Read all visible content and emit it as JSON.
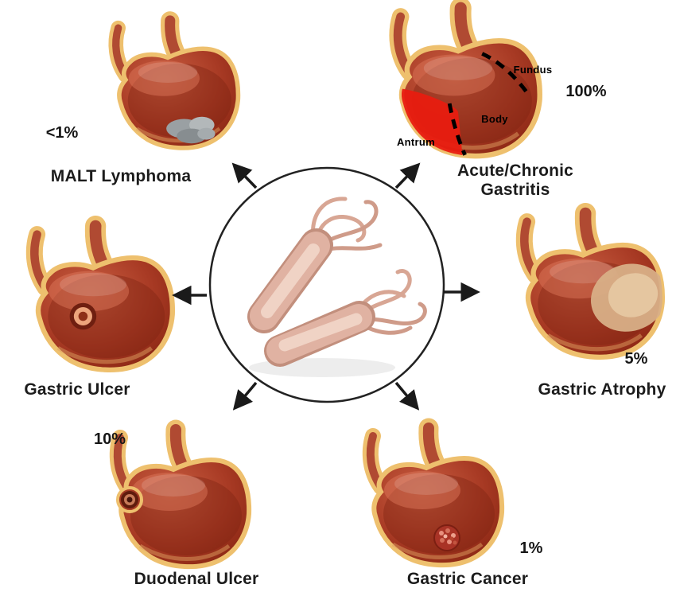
{
  "center": {
    "icon": "h-pylori-bacteria-illustration"
  },
  "conditions": {
    "malt_lymphoma": {
      "label": "MALT Lymphoma",
      "percent": "<1%"
    },
    "gastritis": {
      "label_line1": "Acute/Chronic",
      "label_line2": "Gastritis",
      "percent": "100%",
      "regions": {
        "fundus": "Fundus",
        "body": "Body",
        "antrum": "Antrum"
      }
    },
    "gastric_ulcer": {
      "label": "Gastric Ulcer"
    },
    "gastric_atrophy": {
      "label": "Gastric Atrophy",
      "percent": "5%"
    },
    "duodenal_ulcer": {
      "label": "Duodenal Ulcer",
      "percent": "10%"
    },
    "gastric_cancer": {
      "label": "Gastric Cancer",
      "percent": "1%"
    }
  },
  "colors": {
    "background": "#ffffff",
    "stomach_wall": "#eec06e",
    "stomach_body": "#a83a24",
    "gastritis_red": "#e81c10",
    "lymphoma_gray": "#9aa0a3",
    "atrophy_tan": "#d8af87",
    "bacteria_pink": "#e0b2a2",
    "arrow_black": "#1a1a1a"
  }
}
